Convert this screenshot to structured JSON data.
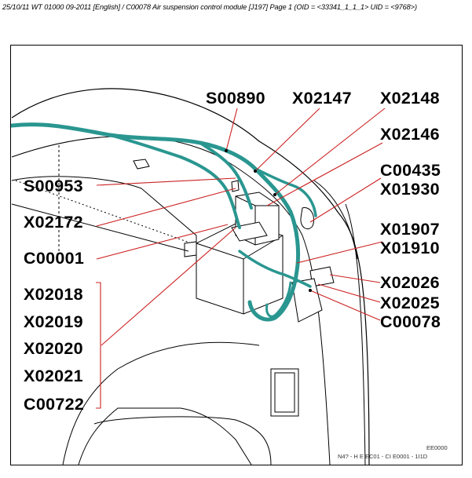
{
  "header": {
    "text": "25/10/11  WT 01000 09-2011 [English] / C00078 Air suspension control module [J197]  Page 1  (OID = <33341_1_1_1> UID = <9768>)"
  },
  "labels": [
    {
      "id": "S00890",
      "text": "S00890"
    },
    {
      "id": "X02147",
      "text": "X02147"
    },
    {
      "id": "X02148",
      "text": "X02148"
    },
    {
      "id": "X02146",
      "text": "X02146"
    },
    {
      "id": "C00435",
      "text": "C00435"
    },
    {
      "id": "X01930",
      "text": "X01930"
    },
    {
      "id": "X01907",
      "text": "X01907"
    },
    {
      "id": "X01910",
      "text": "X01910"
    },
    {
      "id": "X02026",
      "text": "X02026"
    },
    {
      "id": "X02025",
      "text": "X02025"
    },
    {
      "id": "C00078",
      "text": "C00078"
    },
    {
      "id": "S00953",
      "text": "S00953"
    },
    {
      "id": "X02172",
      "text": "X02172"
    },
    {
      "id": "C00001",
      "text": "C00001"
    },
    {
      "id": "X02018",
      "text": "X02018"
    },
    {
      "id": "X02019",
      "text": "X02019"
    },
    {
      "id": "X02020",
      "text": "X02020"
    },
    {
      "id": "X02021",
      "text": "X02021"
    },
    {
      "id": "C00722",
      "text": "C00722"
    }
  ],
  "drawing_refs": {
    "line1": "EE0000",
    "line2": "N4? - H E EC01 - CI E0001 - 1I1D"
  },
  "colors": {
    "harness": "#2a9690",
    "leader": "#cc2222",
    "outline": "#000000"
  }
}
